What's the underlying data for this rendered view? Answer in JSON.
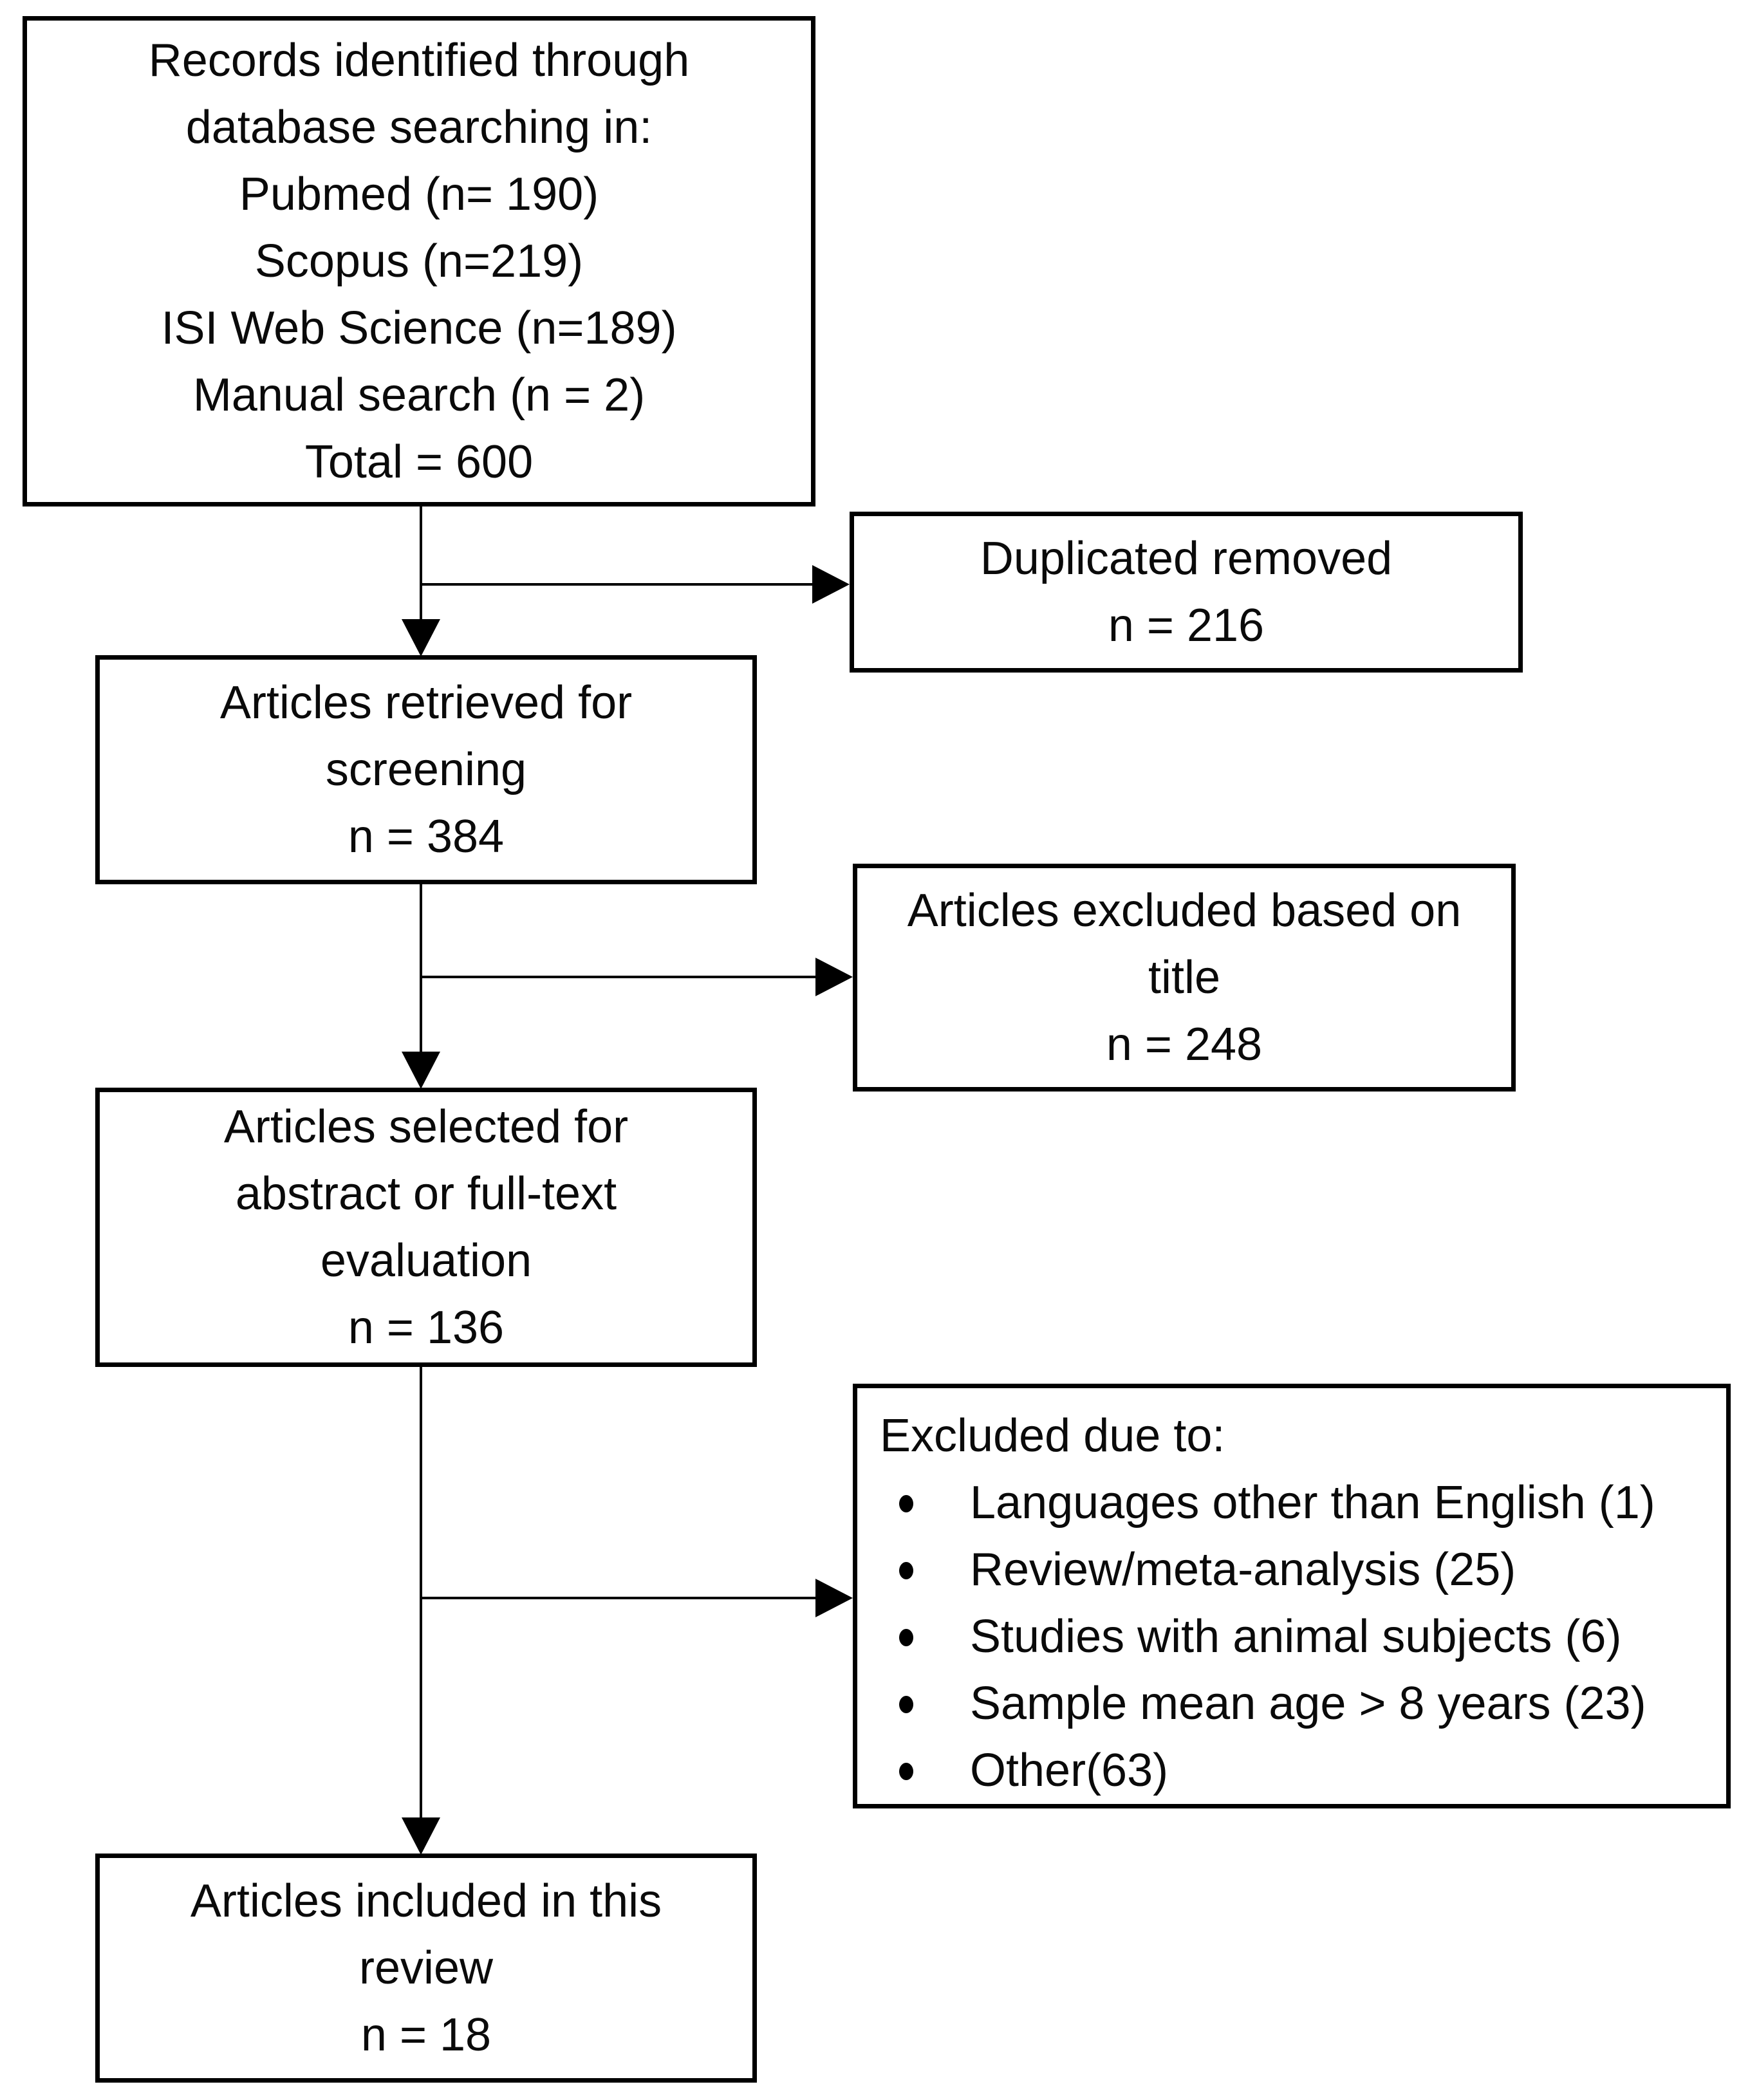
{
  "colors": {
    "box_border": "#000000",
    "text": "#000000",
    "background": "#ffffff"
  },
  "boxes": {
    "records": {
      "lines": [
        "Records identified through",
        "database searching in:",
        "Pubmed (n= 190)",
        "Scopus (n=219)",
        "ISI Web Science (n=189)",
        "Manual search (n = 2)",
        "Total = 600"
      ]
    },
    "duplicates": {
      "lines": [
        "Duplicated removed",
        "n = 216"
      ]
    },
    "screening": {
      "lines": [
        "Articles retrieved for",
        "screening",
        "n = 384"
      ]
    },
    "title_excluded": {
      "lines": [
        "Articles excluded based on",
        "title",
        "n = 248"
      ]
    },
    "fulltext": {
      "lines": [
        "Articles selected for",
        "abstract or full-text",
        "evaluation",
        "n = 136"
      ]
    },
    "excluded_reasons": {
      "header": "Excluded due to:",
      "items": [
        "Languages other than English (1)",
        "Review/meta-analysis (25)",
        "Studies with animal subjects (6)",
        "Sample mean age > 8 years (23)",
        "Other(63)"
      ]
    },
    "included": {
      "lines": [
        "Articles included in this",
        "review",
        "n = 18"
      ]
    }
  }
}
